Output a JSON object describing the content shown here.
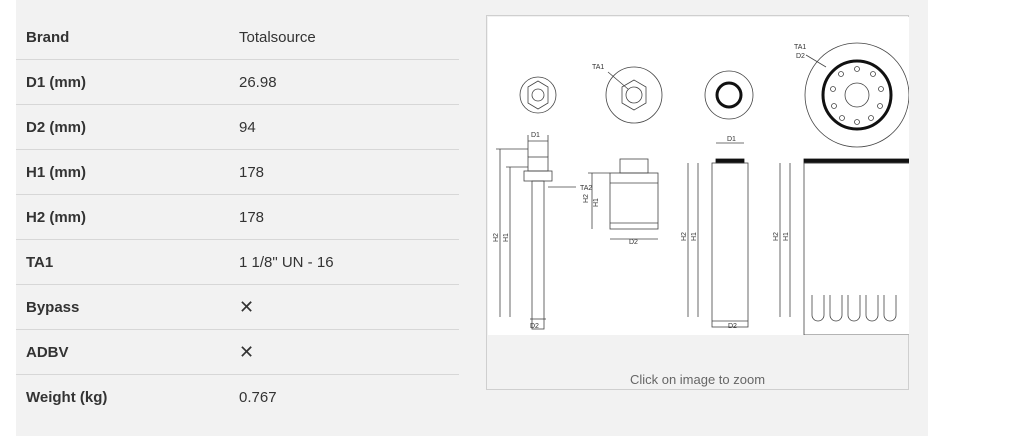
{
  "specs": [
    {
      "key": "Brand",
      "value": "Totalsource"
    },
    {
      "key": "D1 (mm)",
      "value": "26.98"
    },
    {
      "key": "D2 (mm)",
      "value": "94"
    },
    {
      "key": "H1 (mm)",
      "value": "178"
    },
    {
      "key": "H2 (mm)",
      "value": "178"
    },
    {
      "key": "TA1",
      "value": "1 1/8\" UN - 16"
    },
    {
      "key": "Bypass",
      "value": "✕"
    },
    {
      "key": "ADBV",
      "value": "✕"
    },
    {
      "key": "Weight (kg)",
      "value": "0.767"
    }
  ],
  "drawing": {
    "labels": {
      "ta1": "TA1",
      "ta2": "TA2",
      "d1": "D1",
      "d2": "D2",
      "h1": "H1",
      "h2": "H2"
    }
  },
  "zoom_caption": "Click on image to zoom",
  "colors": {
    "panel": "#f2f2f2",
    "divider": "#d7d7d7",
    "text": "#333333",
    "caption": "#666666"
  }
}
